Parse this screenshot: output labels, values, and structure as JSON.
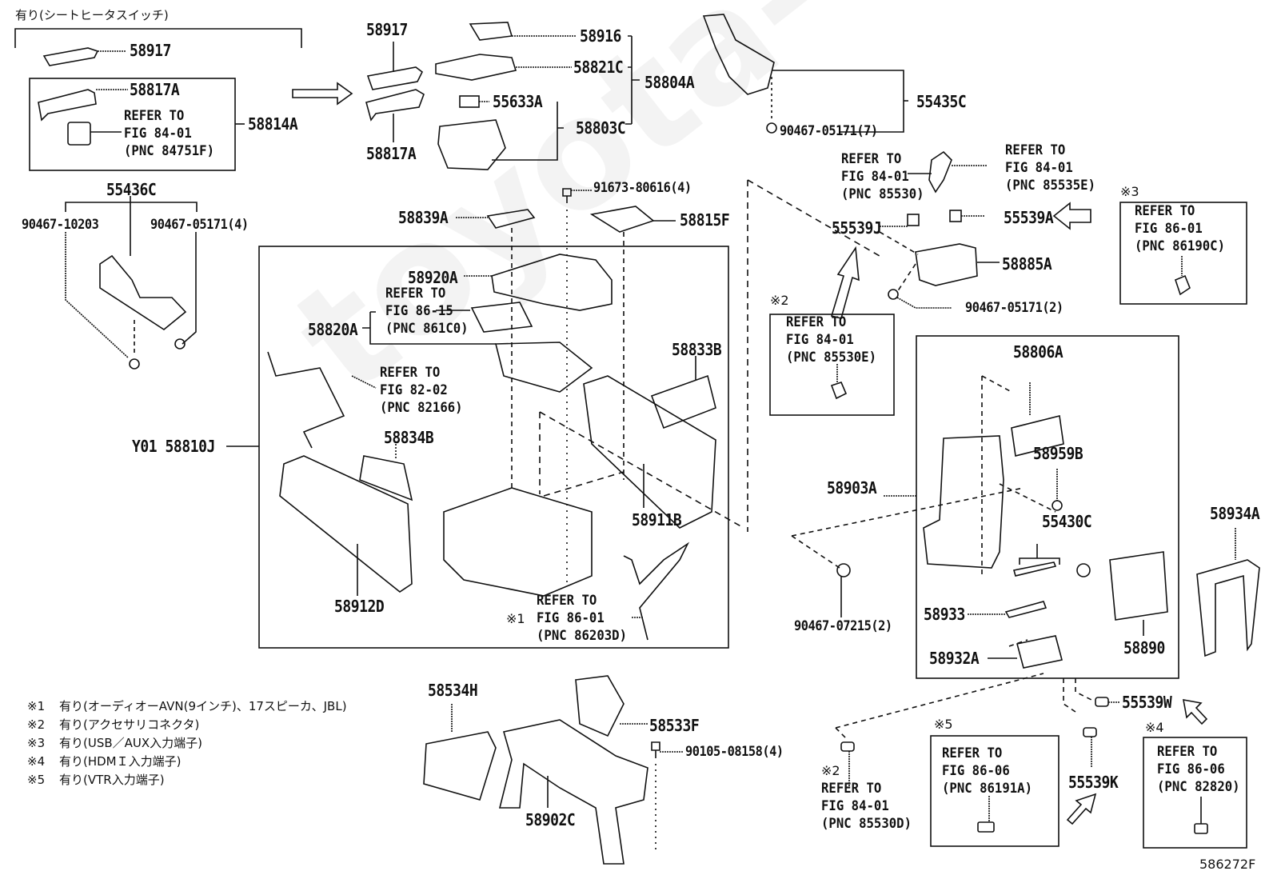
{
  "figure_id": "586272F",
  "watermark": "toyota-camry.ru",
  "header_note": "有り(シートヒータスイッチ)",
  "parts": {
    "p58917_left": "58917",
    "p58817A_left": "58817A",
    "p58814A": "58814A",
    "p58917_mid": "58917",
    "p58817A_mid": "58817A",
    "p58916": "58916",
    "p58821C": "58821C",
    "p58804A": "58804A",
    "p55633A": "55633A",
    "p58803C": "58803C",
    "p55435C": "55435C",
    "p90467_05171_7": "90467-05171(7)",
    "p55436C": "55436C",
    "p90467_10203": "90467-10203",
    "p90467_05171_4": "90467-05171(4)",
    "p91673_80616_4": "91673-80616(4)",
    "p58839A": "58839A",
    "p58815F": "58815F",
    "p58920A": "58920A",
    "p58820A": "58820A",
    "p58833B": "58833B",
    "p58810J": "Y01 58810J",
    "p58834B": "58834B",
    "p58912D": "58912D",
    "p58911B": "58911B",
    "p55539J": "55539J",
    "p55539A": "55539A",
    "p58885A": "58885A",
    "p90467_05171_2": "90467-05171(2)",
    "p58806A": "58806A",
    "p58959B": "58959B",
    "p58903A": "58903A",
    "p55430C": "55430C",
    "p58934A": "58934A",
    "p90467_07215_2": "90467-07215(2)",
    "p58933": "58933",
    "p58890": "58890",
    "p58932A": "58932A",
    "p55539W": "55539W",
    "p55539K": "55539K",
    "p58534H": "58534H",
    "p58533F": "58533F",
    "p90105_08158_4": "90105-08158(4)",
    "p58902C": "58902C"
  },
  "references": {
    "r_84751F": "REFER TO\nFIG 84-01\n(PNC 84751F)",
    "r_861C0": "REFER TO\nFIG 86-15\n(PNC 861C0)",
    "r_82166": "REFER TO\nFIG 82-02\n(PNC 82166)",
    "r_86203D": "REFER TO\nFIG 86-01\n(PNC 86203D)",
    "r_85530": "REFER TO\nFIG 84-01\n(PNC 85530)",
    "r_85535E": "REFER TO\nFIG 84-01\n(PNC 85535E)",
    "r_86190C": "REFER TO\nFIG 86-01\n(PNC 86190C)",
    "r_85530E": "REFER TO\nFIG 84-01\n(PNC 85530E)",
    "r_85530D": "REFER TO\nFIG 84-01\n(PNC 85530D)",
    "r_86191A": "REFER TO\nFIG 86-06\n(PNC 86191A)",
    "r_82820": "REFER TO\nFIG 86-06\n(PNC 82820)"
  },
  "note_marks": {
    "m1": "※1",
    "m2a": "※2",
    "m2b": "※2",
    "m3": "※3",
    "m4": "※4",
    "m5": "※5"
  },
  "legend": [
    {
      "mark": "※1",
      "text": "有り(オーディオーAVN(9インチ)、17スピーカ、JBL)"
    },
    {
      "mark": "※2",
      "text": "有り(アクセサリコネクタ)"
    },
    {
      "mark": "※3",
      "text": "有り(USB／AUX入力端子)"
    },
    {
      "mark": "※4",
      "text": "有り(HDMＩ入力端子)"
    },
    {
      "mark": "※5",
      "text": "有り(VTR入力端子)"
    }
  ]
}
